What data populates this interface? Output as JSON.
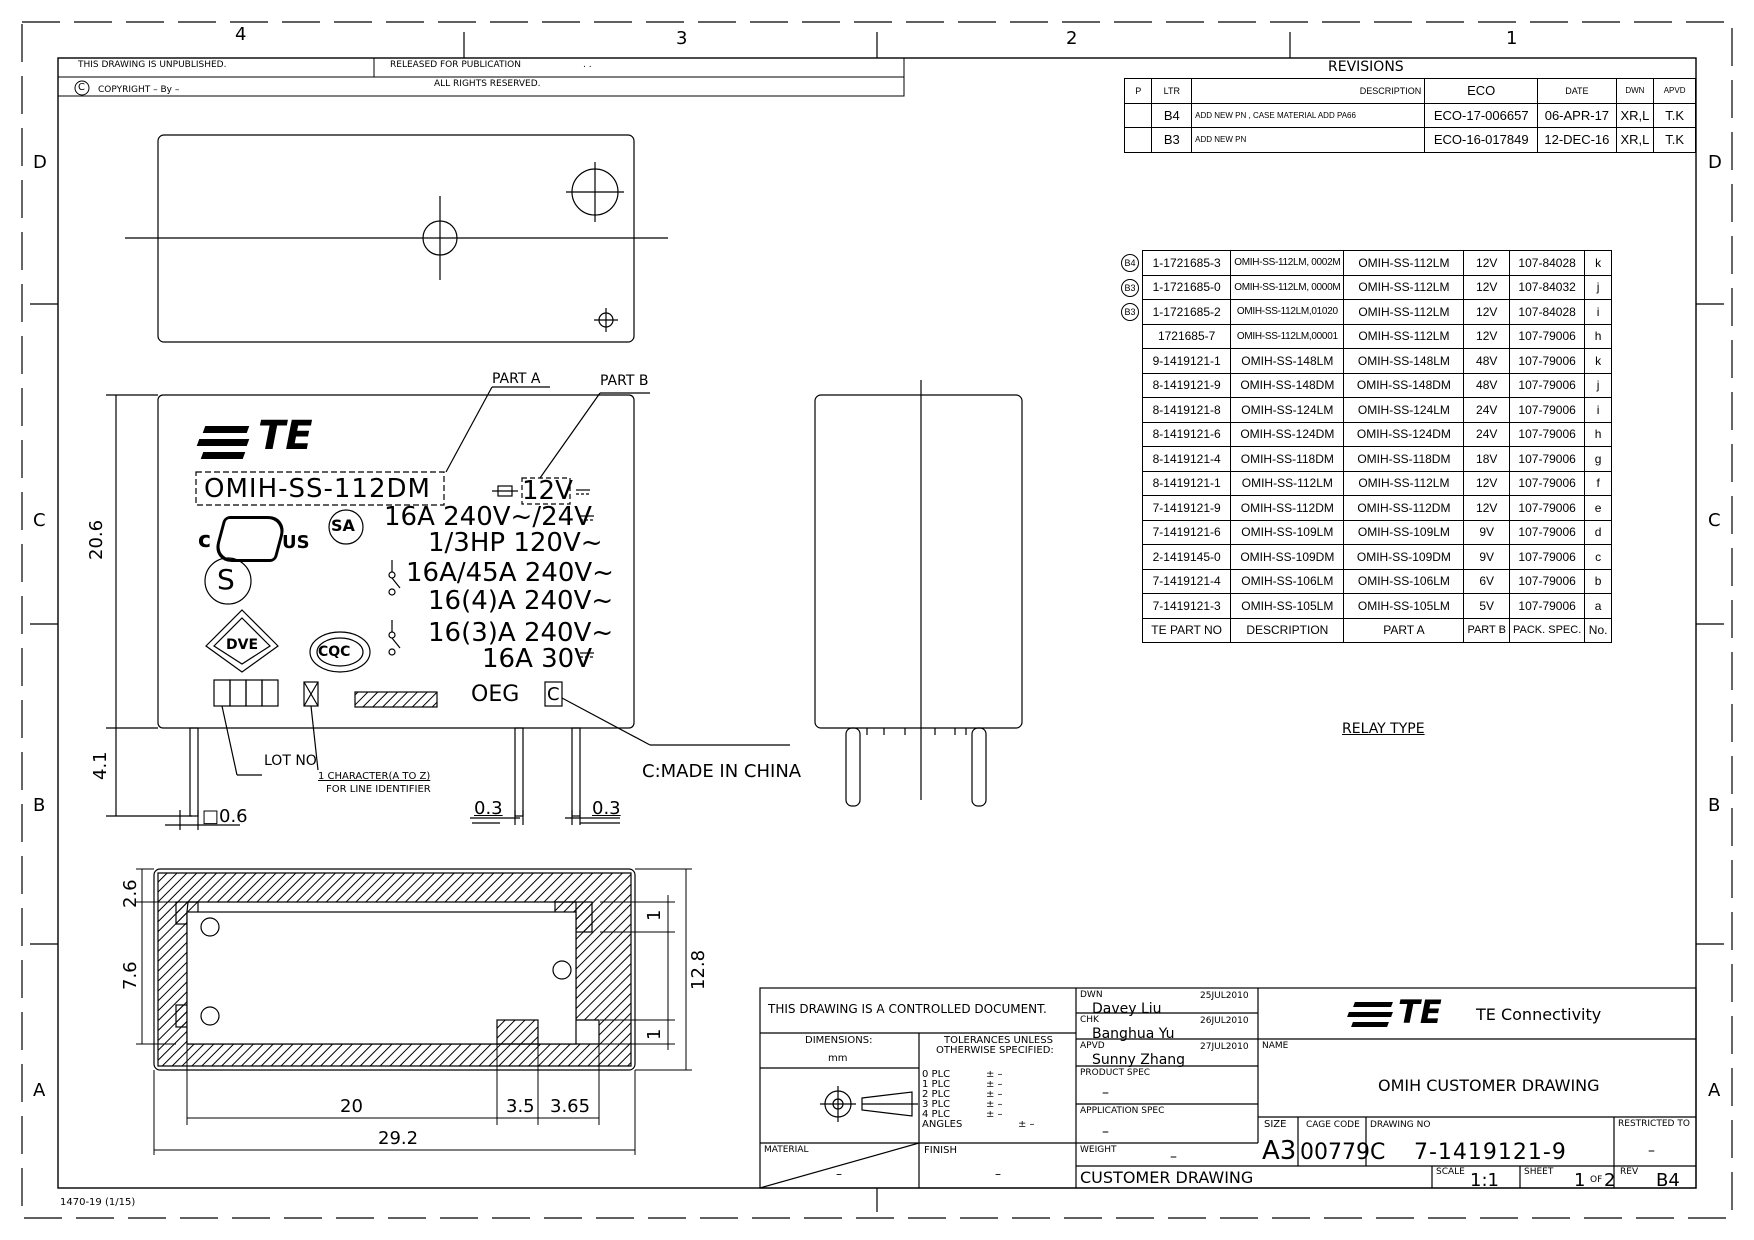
{
  "zones": {
    "cols": [
      "4",
      "3",
      "2",
      "1"
    ],
    "rows": [
      "D",
      "C",
      "B",
      "A"
    ]
  },
  "header": {
    "unpublished": "THIS DRAWING IS UNPUBLISHED.",
    "released": "RELEASED FOR PUBLICATION",
    "released_dots": ". .",
    "rights": "ALL RIGHTS RESERVED.",
    "copyright_symbol": "C",
    "copyright": "COPYRIGHT  –     By –"
  },
  "revisions": {
    "title": "REVISIONS",
    "cols": [
      "P",
      "LTR",
      "DESCRIPTION",
      "ECO",
      "DATE",
      "DWN",
      "APVD"
    ],
    "rows": [
      {
        "p": "",
        "ltr": "B4",
        "desc": "ADD NEW PN , CASE MATERIAL ADD PA66",
        "eco": "ECO-17-006657",
        "date": "06-APR-17",
        "dwn": "XR,L",
        "apvd": "T.K"
      },
      {
        "p": "",
        "ltr": "B3",
        "desc": "ADD NEW PN",
        "eco": "ECO-16-017849",
        "date": "12-DEC-16",
        "dwn": "XR,L",
        "apvd": "T.K"
      }
    ]
  },
  "parts_table": {
    "rows": [
      {
        "badge": "B4",
        "pn": "1-1721685-3",
        "desc": "OMIH-SS-112LM, 0002M",
        "part_a": "OMIH-SS-112LM",
        "part_b": "12V",
        "pack": "107-84028",
        "no": "k"
      },
      {
        "badge": "B3",
        "pn": "1-1721685-0",
        "desc": "OMIH-SS-112LM, 0000M",
        "part_a": "OMIH-SS-112LM",
        "part_b": "12V",
        "pack": "107-84032",
        "no": "j"
      },
      {
        "badge": "B3",
        "pn": "1-1721685-2",
        "desc": "OMIH-SS-112LM,01020",
        "part_a": "OMIH-SS-112LM",
        "part_b": "12V",
        "pack": "107-84028",
        "no": "i"
      },
      {
        "badge": "",
        "pn": "1721685-7",
        "desc": "OMIH-SS-112LM,00001",
        "part_a": "OMIH-SS-112LM",
        "part_b": "12V",
        "pack": "107-79006",
        "no": "h"
      },
      {
        "badge": "",
        "pn": "9-1419121-1",
        "desc": "OMIH-SS-148LM",
        "part_a": "OMIH-SS-148LM",
        "part_b": "48V",
        "pack": "107-79006",
        "no": "k"
      },
      {
        "badge": "",
        "pn": "8-1419121-9",
        "desc": "OMIH-SS-148DM",
        "part_a": "OMIH-SS-148DM",
        "part_b": "48V",
        "pack": "107-79006",
        "no": "j"
      },
      {
        "badge": "",
        "pn": "8-1419121-8",
        "desc": "OMIH-SS-124LM",
        "part_a": "OMIH-SS-124LM",
        "part_b": "24V",
        "pack": "107-79006",
        "no": "i"
      },
      {
        "badge": "",
        "pn": "8-1419121-6",
        "desc": "OMIH-SS-124DM",
        "part_a": "OMIH-SS-124DM",
        "part_b": "24V",
        "pack": "107-79006",
        "no": "h"
      },
      {
        "badge": "",
        "pn": "8-1419121-4",
        "desc": "OMIH-SS-118DM",
        "part_a": "OMIH-SS-118DM",
        "part_b": "18V",
        "pack": "107-79006",
        "no": "g"
      },
      {
        "badge": "",
        "pn": "8-1419121-1",
        "desc": "OMIH-SS-112LM",
        "part_a": "OMIH-SS-112LM",
        "part_b": "12V",
        "pack": "107-79006",
        "no": "f"
      },
      {
        "badge": "",
        "pn": "7-1419121-9",
        "desc": "OMIH-SS-112DM",
        "part_a": "OMIH-SS-112DM",
        "part_b": "12V",
        "pack": "107-79006",
        "no": "e"
      },
      {
        "badge": "",
        "pn": "7-1419121-6",
        "desc": "OMIH-SS-109LM",
        "part_a": "OMIH-SS-109LM",
        "part_b": "9V",
        "pack": "107-79006",
        "no": "d"
      },
      {
        "badge": "",
        "pn": "2-1419145-0",
        "desc": "OMIH-SS-109DM",
        "part_a": "OMIH-SS-109DM",
        "part_b": "9V",
        "pack": "107-79006",
        "no": "c"
      },
      {
        "badge": "",
        "pn": "7-1419121-4",
        "desc": "OMIH-SS-106LM",
        "part_a": "OMIH-SS-106LM",
        "part_b": "6V",
        "pack": "107-79006",
        "no": "b"
      },
      {
        "badge": "",
        "pn": "7-1419121-3",
        "desc": "OMIH-SS-105LM",
        "part_a": "OMIH-SS-105LM",
        "part_b": "5V",
        "pack": "107-79006",
        "no": "a"
      }
    ],
    "footer": {
      "pn": "TE PART NO",
      "desc": "DESCRIPTION",
      "part_a": "PART A",
      "part_b": "PART B",
      "pack": "PACK. SPEC.",
      "no": "No."
    }
  },
  "relay_type": "RELAY TYPE",
  "label": {
    "part_a": "PART A",
    "part_b": "PART B",
    "logo": "TE",
    "model": "OMIH-SS-112DM",
    "voltage": "12V",
    "line1": "16A 240V~/24V",
    "line2": "1/3HP 120V~",
    "line3": "16A/45A 240V~",
    "line4": "16(4)A 240V~",
    "line5": "16(3)A 240V~",
    "line6": "16A 30V",
    "c_mark": "c",
    "us_mark": "US",
    "csa": "SA",
    "s_mark": "S",
    "vde": "DVE",
    "cqc": "CQC",
    "oeg": "OEG",
    "c_box": "C",
    "x_box": "X",
    "lot_no": "LOT NO",
    "line_id_1": "1 CHARACTER(A TO Z)",
    "line_id_2": "FOR LINE IDENTIFIER",
    "made_in": "C:MADE IN CHINA"
  },
  "dims": {
    "h20_6": "20.6",
    "h4_1": "4.1",
    "sq0_6": "□0.6",
    "d0_3a": "0.3",
    "d0_3b": "0.3",
    "d2_6": "2.6",
    "d7_6": "7.6",
    "d12_8": "12.8",
    "d1a": "1",
    "d1b": "1",
    "d20": "20",
    "d3_5": "3.5",
    "d3_65": "3.65",
    "d29_2": "29.2"
  },
  "title_block": {
    "controlled": "THIS DRAWING IS A CONTROLLED DOCUMENT.",
    "dimensions": "DIMENSIONS:",
    "mm": "mm",
    "tolerances": "TOLERANCES UNLESS",
    "otherwise": "OTHERWISE SPECIFIED:",
    "plc": [
      "0  PLC",
      "1  PLC",
      "2  PLC",
      "3  PLC",
      "4  PLC"
    ],
    "pm": [
      "±  –",
      "±  –",
      "±  –",
      "±  –",
      "±  –"
    ],
    "angles": "ANGLES",
    "angles_pm": "±  –",
    "material": "MATERIAL",
    "material_val": "–",
    "finish": "FINISH",
    "finish_val": "–",
    "dwn_lbl": "DWN",
    "dwn_date": "25JUL2010",
    "dwn_name": "Davey Liu",
    "chk_lbl": "CHK",
    "chk_date": "26JUL2010",
    "chk_name": "Banghua Yu",
    "apvd_lbl": "APVD",
    "apvd_date": "27JUL2010",
    "apvd_name": "Sunny Zhang",
    "product_spec": "PRODUCT SPEC",
    "product_spec_val": "–",
    "application_spec": "APPLICATION SPEC",
    "application_spec_val": "–",
    "weight": "WEIGHT",
    "weight_val": "–",
    "customer_drawing": "CUSTOMER DRAWING",
    "logo": "TE",
    "company": "TE Connectivity",
    "name_lbl": "NAME",
    "name_val": "OMIH CUSTOMER DRAWING",
    "size_lbl": "SIZE",
    "size_val": "A3",
    "cage_lbl": "CAGE CODE",
    "cage_val": "00779",
    "drawing_no_lbl": "DRAWING NO",
    "drawing_no_prefix": "C",
    "drawing_no_val": "7-1419121-9",
    "restricted_lbl": "RESTRICTED TO",
    "restricted_val": "–",
    "scale_lbl": "SCALE",
    "scale_val": "1:1",
    "sheet_lbl": "SHEET",
    "sheet_val": "1",
    "of_lbl": "OF",
    "of_val": "2",
    "rev_lbl": "REV",
    "rev_val": "B4"
  },
  "form_no": "1470-19 (1/15)"
}
